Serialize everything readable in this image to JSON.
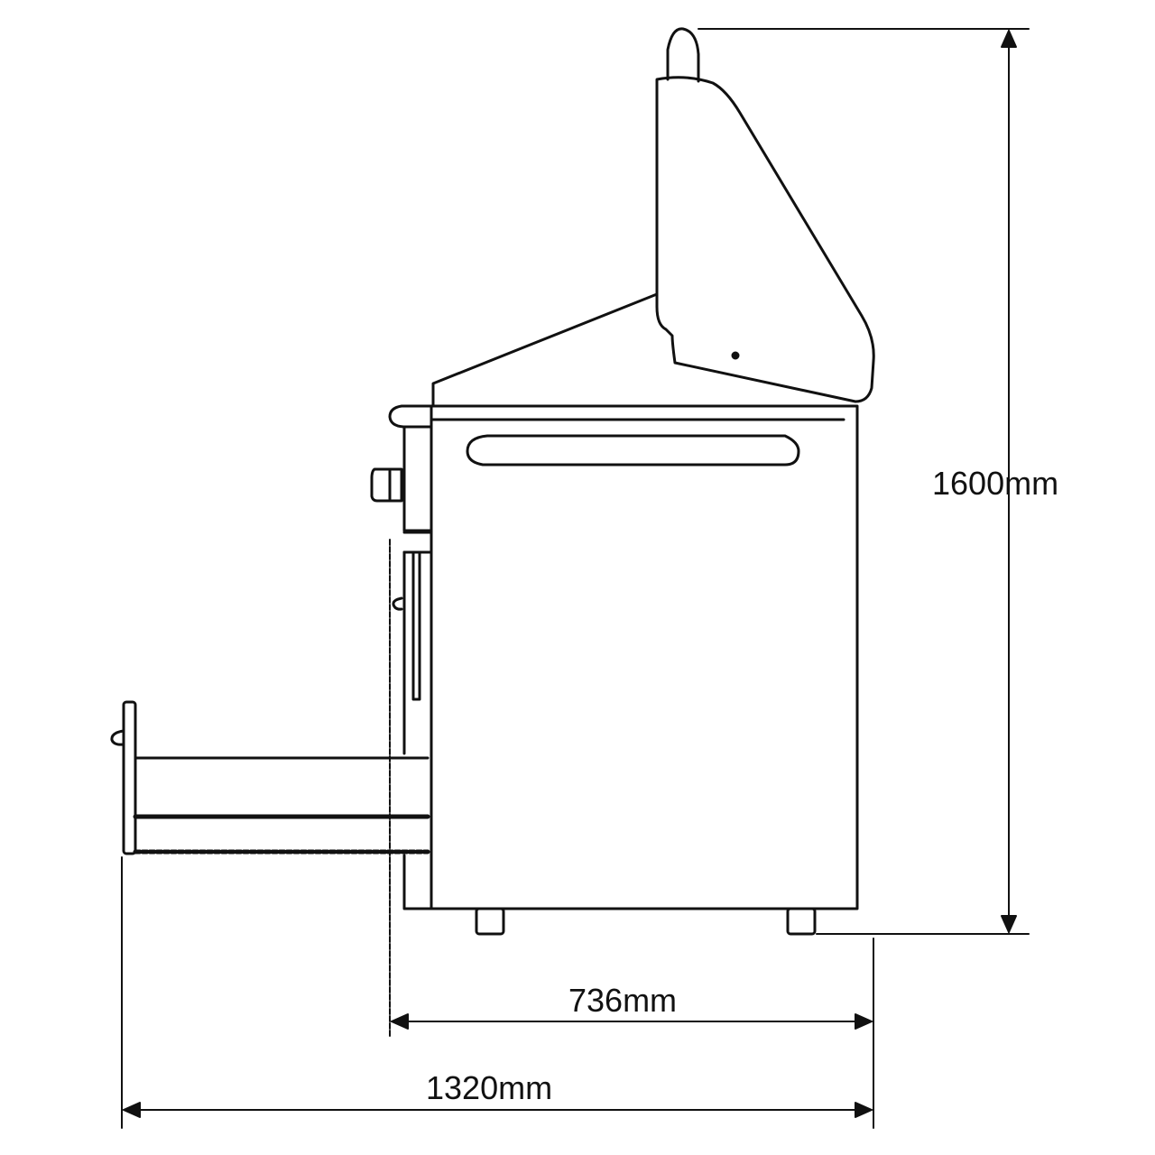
{
  "dimensions": {
    "height_label": "1600mm",
    "depth_label": "736mm",
    "depth_open_label": "1320mm"
  },
  "colors": {
    "line": "#111111",
    "background": "#ffffff"
  }
}
